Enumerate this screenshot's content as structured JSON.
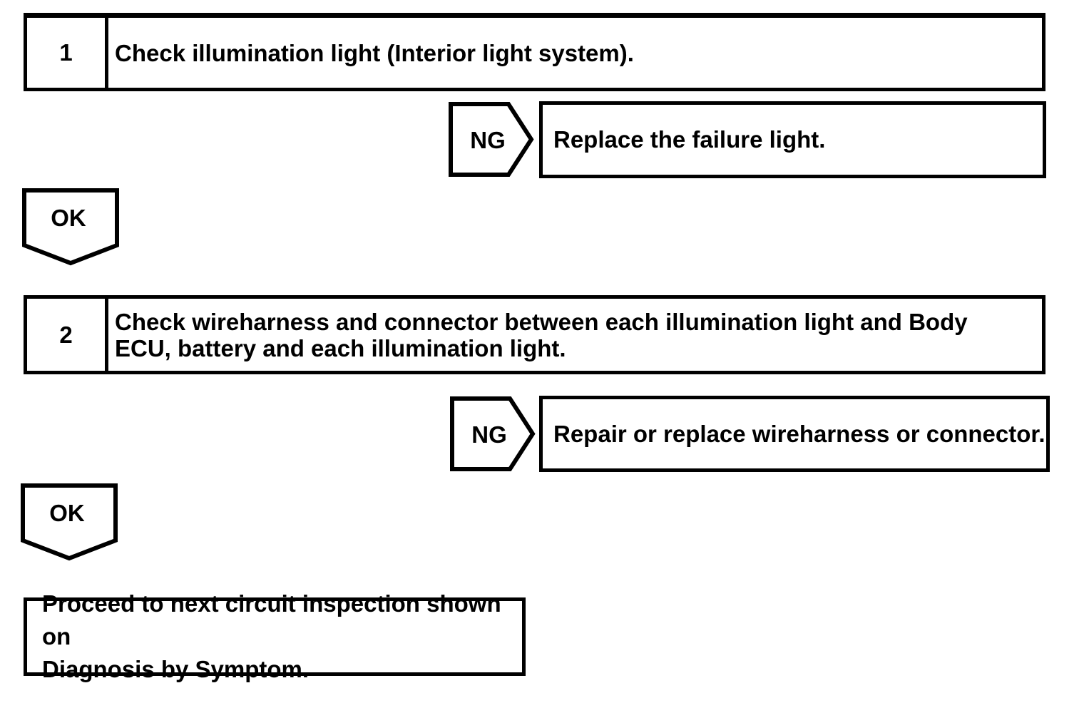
{
  "flowchart": {
    "colors": {
      "ink": "#000000",
      "paper": "#ffffff"
    },
    "steps": [
      {
        "number": "1",
        "instruction": "Check illumination light (Interior light system).",
        "ng_label": "NG",
        "ng_result": "Replace the failure light.",
        "ok_label": "OK"
      },
      {
        "number": "2",
        "instruction_line1": "Check wireharness and connector between each illumination light and Body",
        "instruction_line2": "ECU, battery and each illumination light.",
        "ng_label": "NG",
        "ng_result": "Repair or replace wireharness or connector.",
        "ok_label": "OK"
      }
    ],
    "conclusion_line1": "Proceed to next circuit inspection shown on",
    "conclusion_line2": "Diagnosis by Symptom."
  }
}
